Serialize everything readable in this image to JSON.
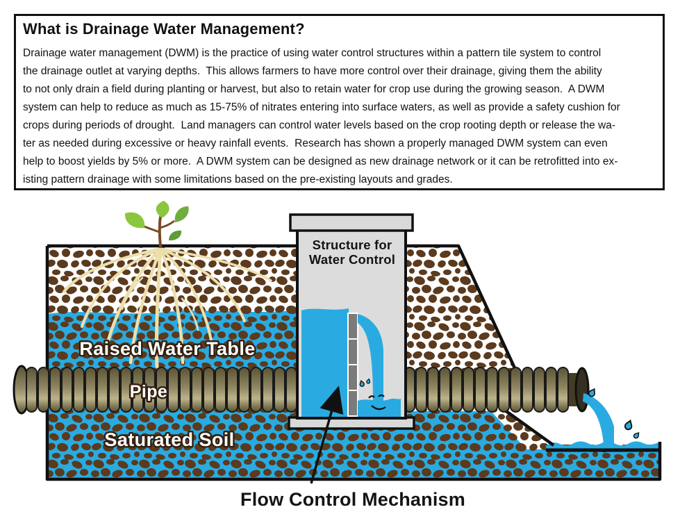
{
  "panel": {
    "title": "What is Drainage Water Management?",
    "lines": [
      "Drainage water management (DWM) is the practice of using water control structures within a pattern tile system to control",
      "the drainage outlet at varying depths.  This allows farmers to have more control over their drainage, giving them the ability",
      "to not only drain a field during planting or harvest, but also to retain water for crop use during the growing season.  A DWM",
      "system can help to reduce as much as 15-75% of nitrates entering into surface waters, as well as provide a safety cushion for",
      "crops during periods of drought.  Land managers can control water levels based on the crop rooting depth or release the wa-",
      "ter as needed during excessive or heavy rainfall events.  Research has shown a properly managed DWM system can even",
      "help to boost yields by 5% or more.  A DWM system can be designed as new drainage network or it can be retrofitted into ex-",
      "isting pattern drainage with some limitations based on the pre-existing layouts and grades."
    ]
  },
  "diagram": {
    "structure_label_line1": "Structure for",
    "structure_label_line2": "Water Control",
    "raised_water_table_label": "Raised Water Table",
    "pipe_label": "Pipe",
    "saturated_soil_label": "Saturated Soil",
    "flow_control_label": "Flow Control Mechanism"
  },
  "colors": {
    "water_blue": "#29ABE2",
    "soil_brown": "#5B3A1E",
    "pipe_olive": "#8F8762",
    "structure_gray": "#DCDCDC",
    "board_gray": "#7B7B7B",
    "leaf_green": "#8CC63F",
    "root_tan": "#EDDFAC",
    "outline_black": "#111111"
  }
}
